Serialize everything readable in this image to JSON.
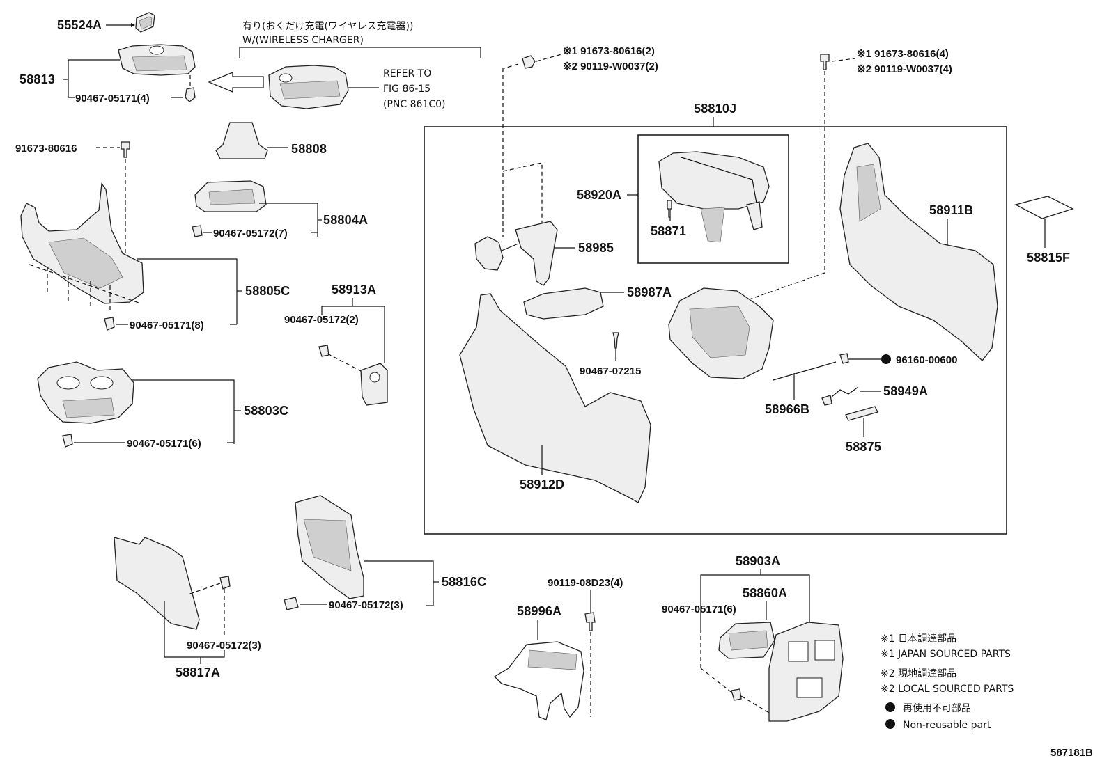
{
  "header": {
    "wireless_jp": "有り(おくだけ充電(ワイヤレス充電器))",
    "wireless_en": "W/(WIRELESS CHARGER)",
    "refer_1": "REFER TO",
    "refer_2": "FIG 86-15",
    "refer_3": "(PNC 861C0)"
  },
  "parts": {
    "p55524A": "55524A",
    "p58813": "58813",
    "p58813_clip": "90467-05171(4)",
    "p91673_left": "91673-80616",
    "p58808": "58808",
    "p58804A": "58804A",
    "p58804A_clip": "90467-05172(7)",
    "p58805C": "58805C",
    "p58805C_clip": "90467-05171(8)",
    "p58913A": "58913A",
    "p58913A_clip": "90467-05172(2)",
    "p58803C": "58803C",
    "p58803C_clip": "90467-05171(6)",
    "p58816C": "58816C",
    "p58816C_clip": "90467-05172(3)",
    "p58817A": "58817A",
    "p58817A_clip": "90467-05172(3)",
    "p58996A": "58996A",
    "p58996A_bolt": "90119-08D23(4)",
    "p58903A": "58903A",
    "p58860A": "58860A",
    "p58903A_clip": "90467-05171(6)",
    "p58810J": "58810J",
    "p58920A": "58920A",
    "p58871": "58871",
    "p58985": "58985",
    "p58987A": "58987A",
    "p90467_07215": "90467-07215",
    "p58912D": "58912D",
    "p58911B": "58911B",
    "p96160": "96160-00600",
    "p58949A": "58949A",
    "p58966B": "58966B",
    "p58875": "58875",
    "p58815F": "58815F",
    "bolts_mid_1": "※1 91673-80616(2)",
    "bolts_mid_2": "※2 90119-W0037(2)",
    "bolts_right_1": "※1 91673-80616(4)",
    "bolts_right_2": "※2 90119-W0037(4)"
  },
  "legend": {
    "jp_sourced_jp": "※1 日本調達部品",
    "jp_sourced_en": "※1 JAPAN SOURCED PARTS",
    "local_jp": "※2 現地調達部品",
    "local_en": "※2 LOCAL SOURCED PARTS",
    "nonreuse_jp": "再使用不可部品",
    "nonreuse_en": "Non-reusable part"
  },
  "figure_id": "587181B"
}
